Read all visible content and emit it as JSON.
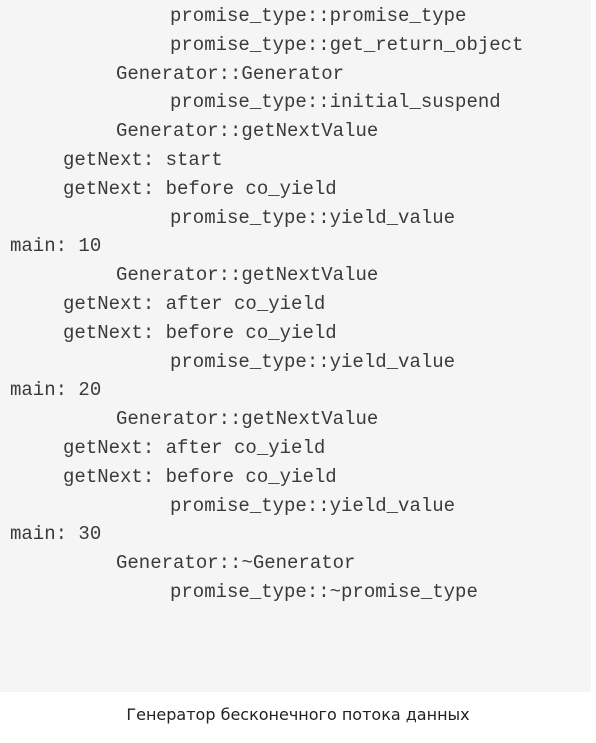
{
  "code": {
    "lines": [
      {
        "text": "promise_type::promise_type",
        "indent": 3
      },
      {
        "text": "promise_type::get_return_object",
        "indent": 3
      },
      {
        "text": "Generator::Generator",
        "indent": 2
      },
      {
        "text": "promise_type::initial_suspend",
        "indent": 3
      },
      {
        "text": "Generator::getNextValue",
        "indent": 2
      },
      {
        "text": "getNext: start",
        "indent": 1
      },
      {
        "text": "getNext: before co_yield",
        "indent": 1
      },
      {
        "text": "promise_type::yield_value",
        "indent": 3
      },
      {
        "text": "main: 10",
        "indent": 0
      },
      {
        "text": "Generator::getNextValue",
        "indent": 2
      },
      {
        "text": "getNext: after co_yield",
        "indent": 1
      },
      {
        "text": "getNext: before co_yield",
        "indent": 1
      },
      {
        "text": "promise_type::yield_value",
        "indent": 3
      },
      {
        "text": "main: 20",
        "indent": 0
      },
      {
        "text": "Generator::getNextValue",
        "indent": 2
      },
      {
        "text": "getNext: after co_yield",
        "indent": 1
      },
      {
        "text": "getNext: before co_yield",
        "indent": 1
      },
      {
        "text": "promise_type::yield_value",
        "indent": 3
      },
      {
        "text": "main: 30",
        "indent": 0
      },
      {
        "text": "Generator::~Generator",
        "indent": 2
      },
      {
        "text": "promise_type::~promise_type",
        "indent": 3
      }
    ]
  },
  "caption": "Генератор бесконечного потока данных"
}
